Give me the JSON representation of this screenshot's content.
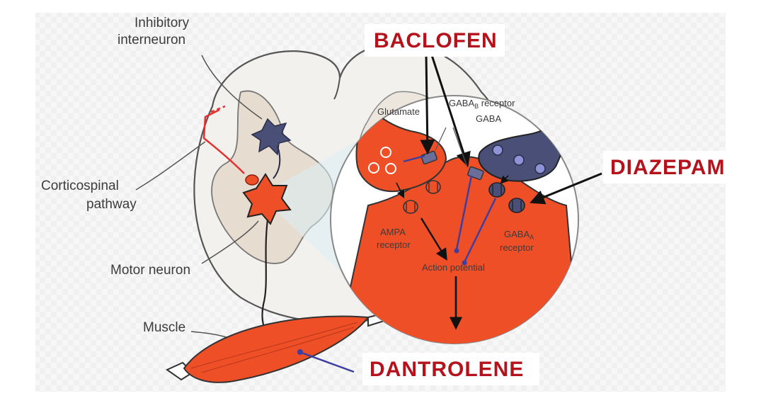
{
  "colors": {
    "accent_drug": "#b5121b",
    "neuron_orange": "#ee4f27",
    "gaba_neuron": "#4a4f78",
    "gaba_vesicle": "#8e92d6",
    "drug_pointer": "#3c3fa0",
    "cord_fill": "#f3f0ec",
    "grey_matter": "#e6dccf"
  },
  "labels": {
    "inhibitory_interneuron_line1": "Inhibitory",
    "inhibitory_interneuron_line2": "interneuron",
    "corticospinal_line1": "Corticospinal",
    "corticospinal_line2": "pathway",
    "motor_neuron": "Motor neuron",
    "muscle": "Muscle",
    "glutamate": "Glutamate",
    "gaba_b_receptor": "GABAB receptor",
    "gaba_b_main": "GABA",
    "gaba_b_sub": "B",
    "gaba_b_rest": " receptor",
    "gaba": "GABA",
    "ampa_line1": "AMPA",
    "ampa_line2": "receptor",
    "gaba_a_main": "GABA",
    "gaba_a_sub": "A",
    "gaba_a_line2": "receptor",
    "action_potential": "Action potential"
  },
  "drugs": {
    "baclofen": "BACLOFEN",
    "diazepam": "DIAZEPAM",
    "dantrolene": "DANTROLENE"
  },
  "icons": [
    "spinal-cord-outline",
    "inhibitory-interneuron-icon",
    "motor-neuron-icon",
    "muscle-icon",
    "synapse-magnifier-icon"
  ]
}
